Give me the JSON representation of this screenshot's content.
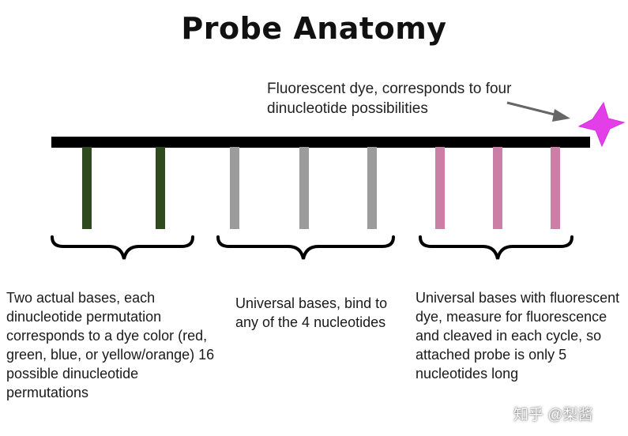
{
  "title": "Probe Anatomy",
  "dye_label": "Fluorescent dye, corresponds to four dinucleotide possibilities",
  "groups": [
    {
      "description": "Two actual bases, each dinucleotide permutation corresponds to a dye color (red, green, blue, or yellow/orange) 16 possible dinucleotide permutations",
      "color": "#2f4a1c",
      "base_count": 2
    },
    {
      "description": "Universal bases, bind to any of the 4 nucleotides",
      "color": "#9b9b9b",
      "base_count": 3
    },
    {
      "description": "Universal bases with fluorescent dye, measure for fluorescence and cleaved in each cycle, so attached probe is only 5 nucleotides long",
      "color": "#cc7fa6",
      "base_count": 3
    }
  ],
  "colors": {
    "backbone": "#000000",
    "dye_star": "#e23fe8",
    "arrow": "#666666"
  },
  "watermark": "知乎 @梨酱"
}
